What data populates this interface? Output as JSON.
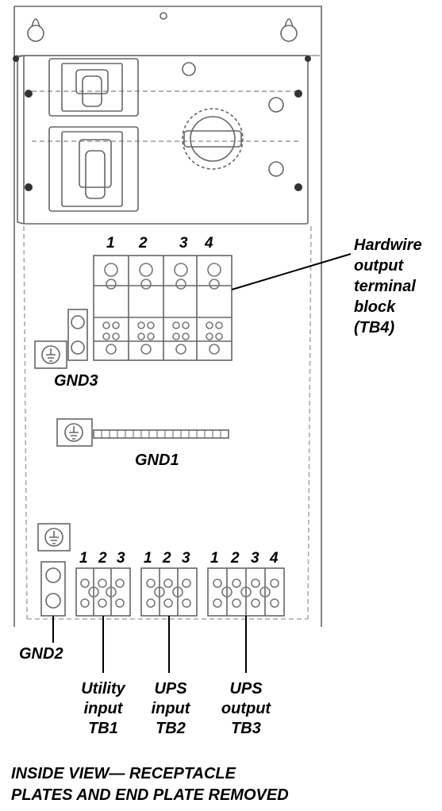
{
  "tb4": {
    "numbers": [
      "1",
      "2",
      "3",
      "4"
    ],
    "label_lines": [
      "Hardwire",
      "output",
      "terminal",
      "block",
      "(TB4)"
    ]
  },
  "gnd": {
    "gnd3": "GND3",
    "gnd1": "GND1",
    "gnd2": "GND2"
  },
  "bottom_blocks": [
    {
      "numbers": [
        "1",
        "2",
        "3"
      ],
      "label_lines": [
        "Utility",
        "input",
        "TB1"
      ]
    },
    {
      "numbers": [
        "1",
        "2",
        "3"
      ],
      "label_lines": [
        "UPS",
        "input",
        "TB2"
      ]
    },
    {
      "numbers": [
        "1",
        "2",
        "3",
        "4"
      ],
      "label_lines": [
        "UPS",
        "output",
        "TB3"
      ]
    }
  ],
  "caption_lines": [
    "INSIDE VIEW— RECEPTACLE",
    "PLATES AND END PLATE REMOVED"
  ]
}
